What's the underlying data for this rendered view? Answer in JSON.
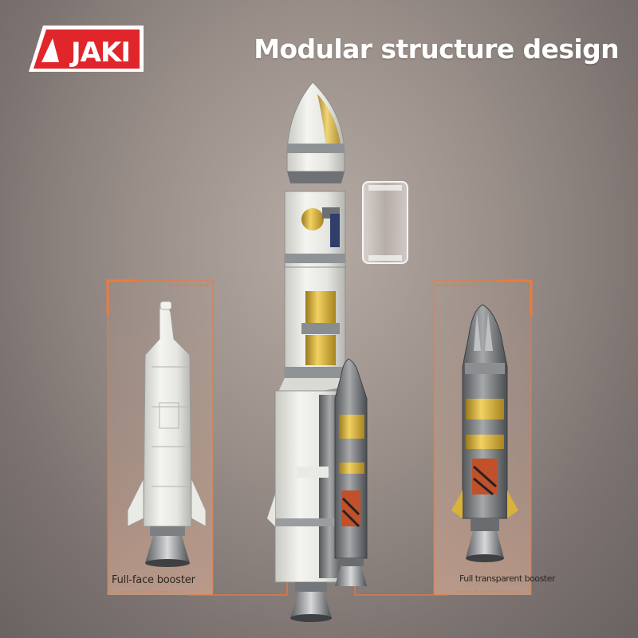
{
  "brand": {
    "logo_text": "JAKI",
    "logo_color": "#e0262b"
  },
  "headline": "Modular structure design",
  "captions": {
    "left_booster": "Full-face booster",
    "right_booster": "Full transparent booster"
  },
  "colors": {
    "accent_orange": "#ee7a3a",
    "body_white": "#eeeeea",
    "gold": "#d8b23a",
    "dark_grey": "#55585a"
  }
}
